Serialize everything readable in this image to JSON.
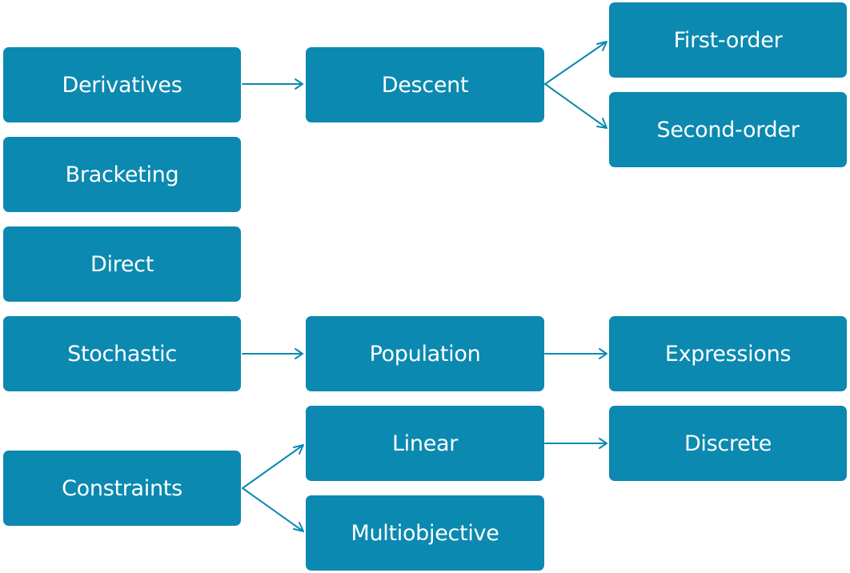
{
  "diagram": {
    "node_color": "#0b89b0",
    "text_color": "#ffffff",
    "nodes": {
      "derivatives": "Derivatives",
      "bracketing": "Bracketing",
      "direct": "Direct",
      "stochastic": "Stochastic",
      "constraints": "Constraints",
      "descent": "Descent",
      "population": "Population",
      "linear": "Linear",
      "multiobjective": "Multiobjective",
      "first_order": "First-order",
      "second_order": "Second-order",
      "expressions": "Expressions",
      "discrete": "Discrete"
    },
    "edges": [
      {
        "from": "derivatives",
        "to": "descent"
      },
      {
        "from": "descent",
        "to": "first_order"
      },
      {
        "from": "descent",
        "to": "second_order"
      },
      {
        "from": "stochastic",
        "to": "population"
      },
      {
        "from": "population",
        "to": "expressions"
      },
      {
        "from": "constraints",
        "to": "linear"
      },
      {
        "from": "constraints",
        "to": "multiobjective"
      },
      {
        "from": "linear",
        "to": "discrete"
      }
    ]
  }
}
